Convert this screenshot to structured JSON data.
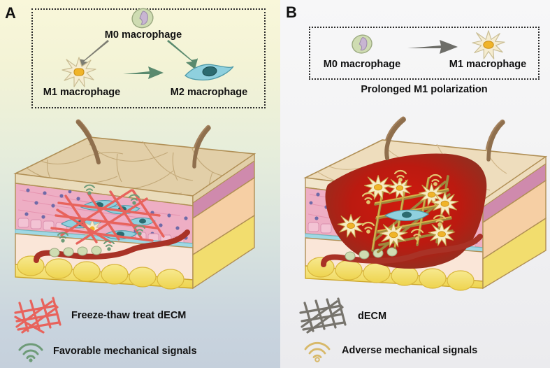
{
  "figure": {
    "panels": [
      {
        "id": "A",
        "label": "A",
        "background_top": "#f9f7da",
        "background_bottom": "#c5d0dc",
        "diagram": {
          "cells": [
            {
              "name": "M0 macrophage",
              "icon": "m0-macrophage-icon",
              "body_color": "#cfdcb2",
              "nucleus_color": "#c8b5d2"
            },
            {
              "name": "M1 macrophage",
              "icon": "m1-macrophage-icon",
              "body_color": "#f5ecd0",
              "nucleus_color": "#f0b429"
            },
            {
              "name": "M2 macrophage",
              "icon": "m2-macrophage-icon",
              "body_color": "#8fd0de",
              "nucleus_color": "#2c6b70"
            }
          ],
          "arrows": [
            {
              "name": "arrow-m0-to-m1",
              "color": "#7d7d73"
            },
            {
              "name": "arrow-m0-to-m2",
              "color": "#5a8a6e"
            },
            {
              "name": "arrow-m1-to-m2",
              "color": "#5a8a6e"
            }
          ]
        },
        "tissue": {
          "name": "skin-block-healthy",
          "layers": [
            {
              "name": "epidermis",
              "color": "#e2cfa8"
            },
            {
              "name": "dermis",
              "color": "#eeaec4"
            },
            {
              "name": "basement-membrane",
              "color": "#8fd0de"
            },
            {
              "name": "hypodermis",
              "color": "#fae6d8"
            },
            {
              "name": "subcutaneous-fat",
              "color": "#f2dd6e"
            }
          ],
          "side_layers": [
            {
              "name": "side-dermis",
              "color": "#cf8aad"
            },
            {
              "name": "side-hypodermis",
              "color": "#f6cfa4"
            },
            {
              "name": "side-fat",
              "color": "#f2dd6e"
            }
          ],
          "features": [
            "hair-follicle",
            "blood-vessel",
            "dECM-scaffold-red",
            "m2-macrophages",
            "mechanical-signal-waves"
          ]
        },
        "legend": [
          {
            "icon": "mesh-icon-red",
            "color": "#e8635c",
            "label": "Freeze-thaw treat dECM"
          },
          {
            "icon": "signal-icon-green",
            "color": "#6e9b78",
            "label": "Favorable mechanical signals"
          }
        ]
      },
      {
        "id": "B",
        "label": "B",
        "background_top": "#f7f7f8",
        "background_bottom": "#ebebee",
        "diagram": {
          "cells": [
            {
              "name": "M0 macrophage",
              "icon": "m0-macrophage-icon",
              "body_color": "#cfdcb2",
              "nucleus_color": "#c8b5d2"
            },
            {
              "name": "M1 macrophage",
              "icon": "m1-macrophage-icon",
              "body_color": "#f5ecd0",
              "nucleus_color": "#f0b429"
            }
          ],
          "arrows": [
            {
              "name": "arrow-m0-to-m1",
              "color": "#6d6d68"
            }
          ],
          "caption": "Prolonged M1 polarization"
        },
        "tissue": {
          "name": "skin-block-inflamed",
          "layers": [
            {
              "name": "epidermis",
              "color": "#eeddbd"
            },
            {
              "name": "dermis",
              "color": "#eeaec4"
            },
            {
              "name": "basement-membrane",
              "color": "#8fd0de"
            },
            {
              "name": "hypodermis",
              "color": "#fae6d8"
            },
            {
              "name": "subcutaneous-fat",
              "color": "#f2dd6e"
            }
          ],
          "side_layers": [
            {
              "name": "side-dermis",
              "color": "#cf8aad"
            },
            {
              "name": "side-hypodermis",
              "color": "#f6cfa4"
            },
            {
              "name": "side-fat",
              "color": "#f2dd6e"
            }
          ],
          "inflammation": {
            "name": "inflammation-zone",
            "color_center": "#c61a12",
            "color_edge": "#8f3020"
          },
          "features": [
            "hair-follicle",
            "blood-vessel",
            "dECM-scaffold-gold",
            "m1-macrophages",
            "mechanical-signal-waves"
          ]
        },
        "legend": [
          {
            "icon": "mesh-icon-gray",
            "color": "#77746d",
            "label": "dECM"
          },
          {
            "icon": "signal-icon-gold",
            "color": "#d8b96a",
            "label": "Adverse mechanical signals"
          }
        ]
      }
    ]
  }
}
